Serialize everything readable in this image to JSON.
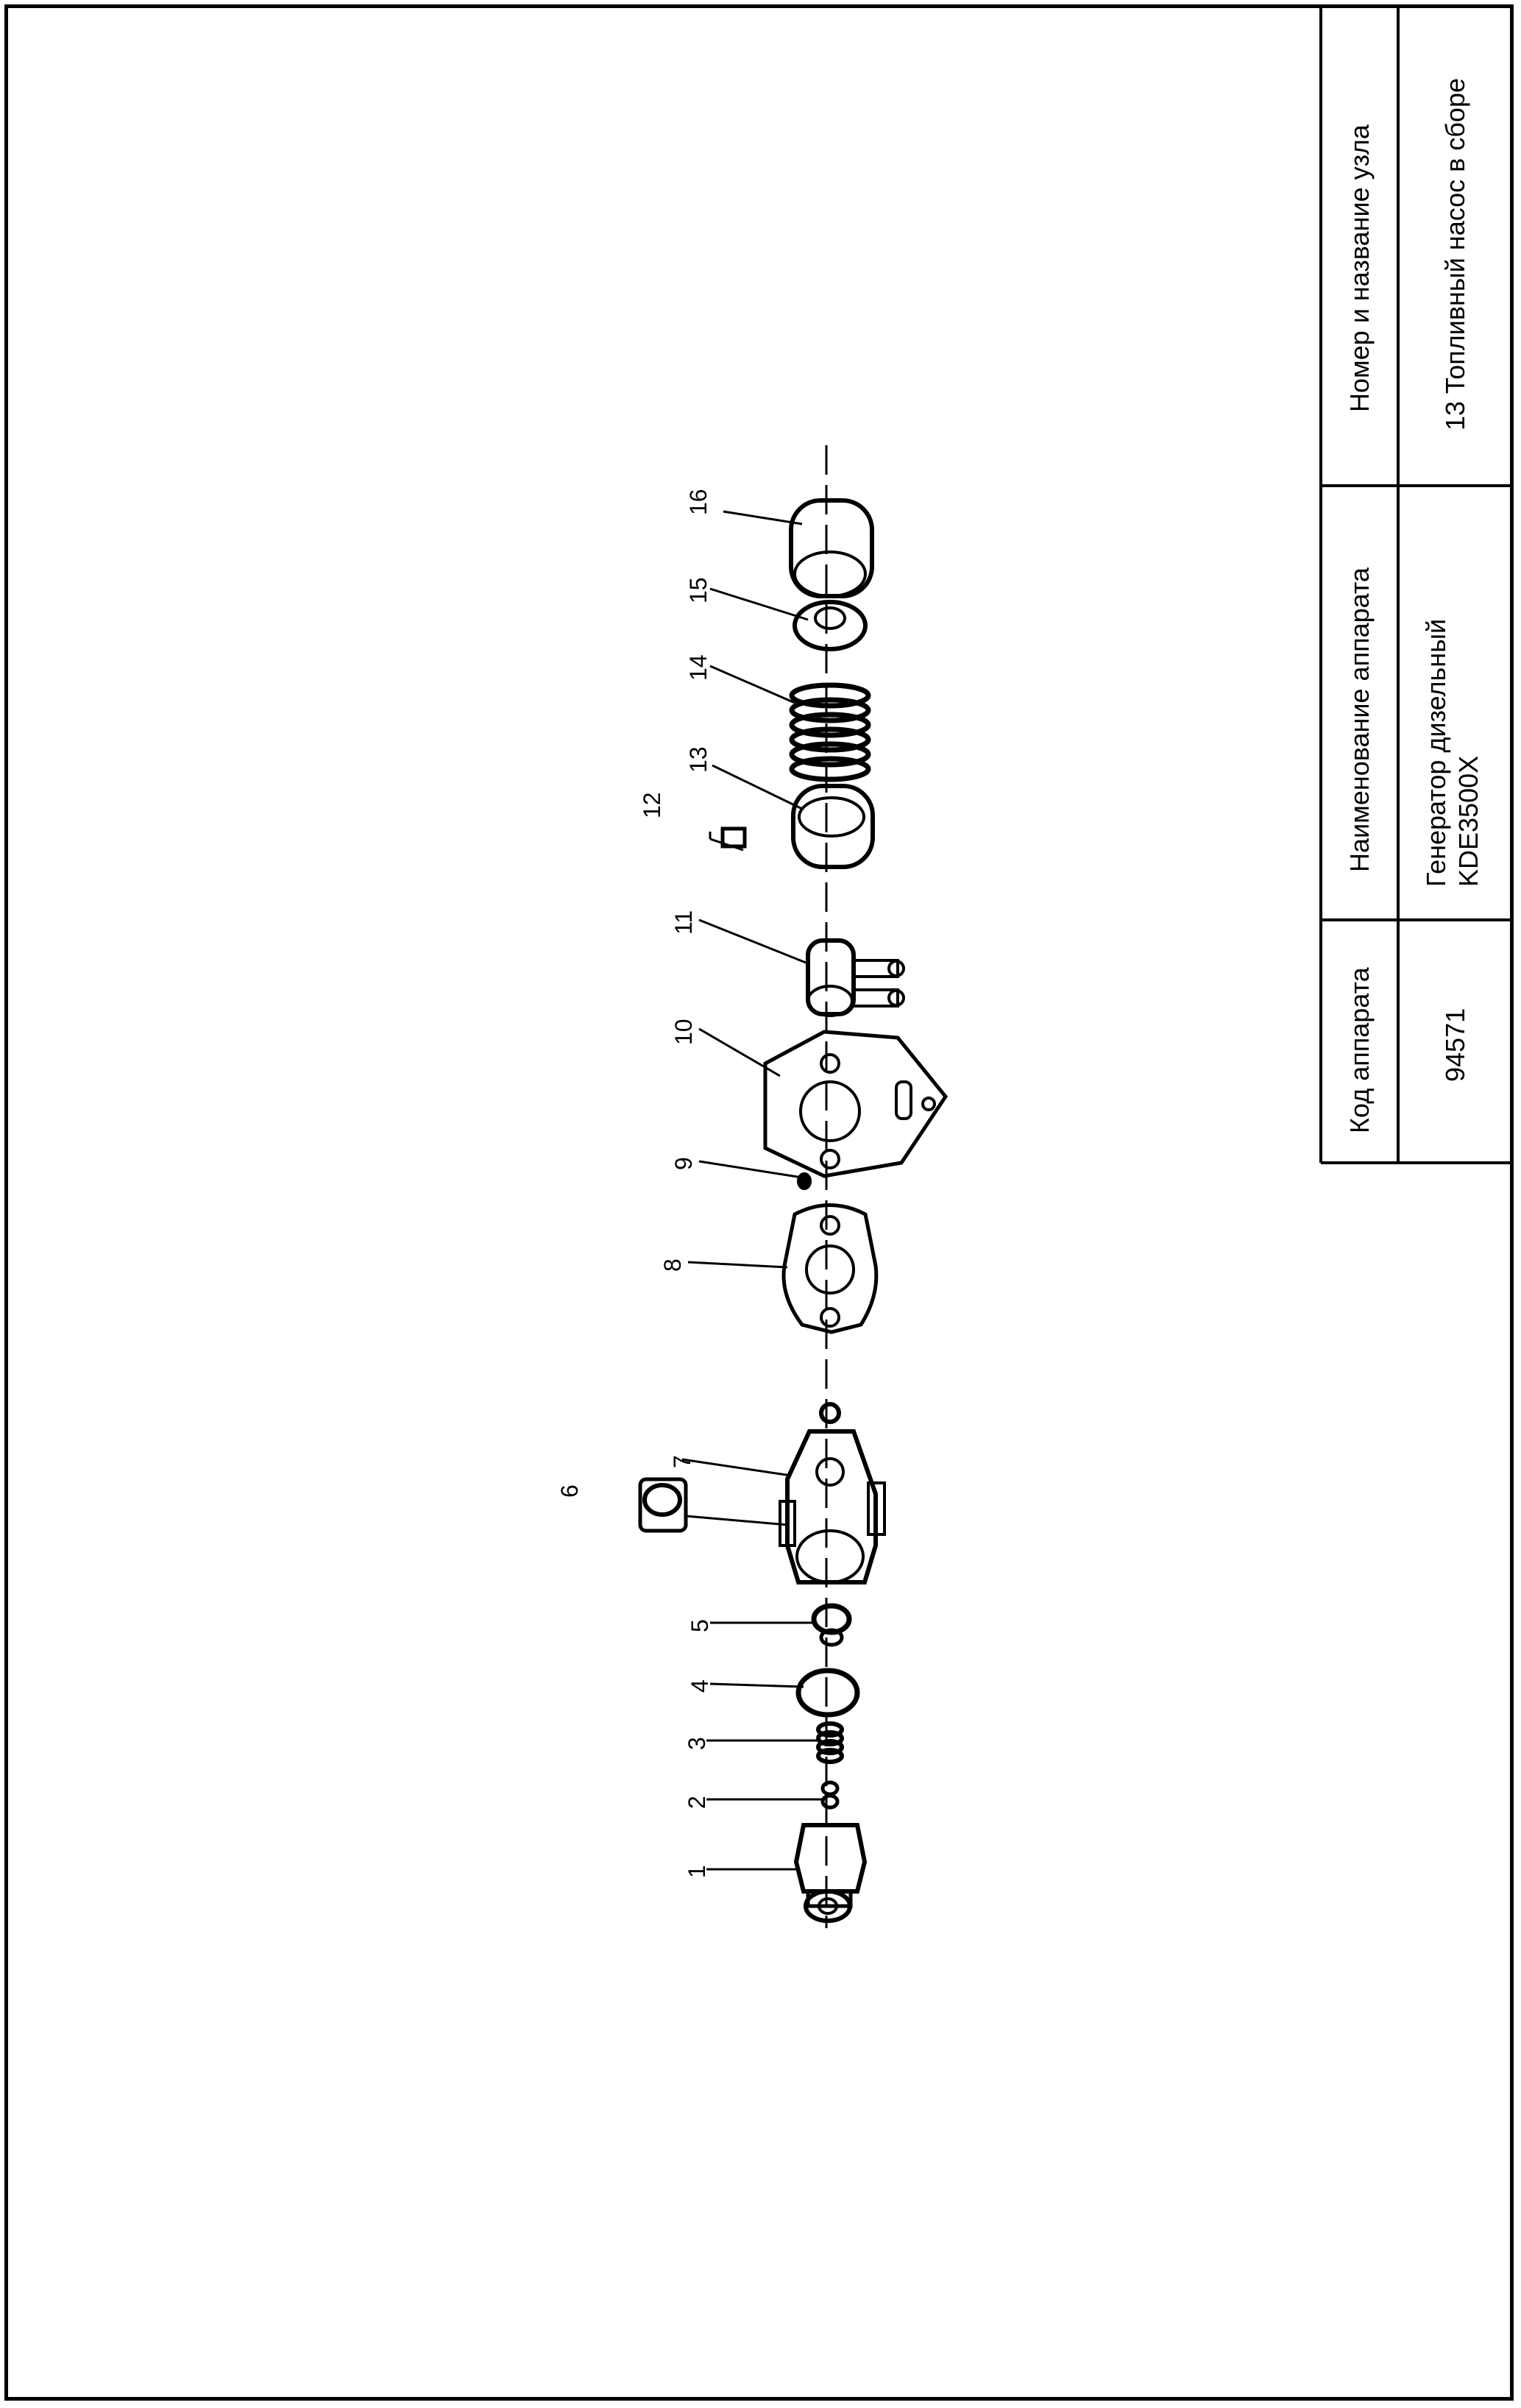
{
  "title_block": {
    "header_code": "Код аппарата",
    "header_name": "Наименование аппарата",
    "header_unit": "Номер и название узла",
    "code": "94571",
    "name_line1": "Генератор дизельный",
    "name_line2": "KDE3500X",
    "unit": "13 Топливный насос в сборе"
  },
  "callouts": [
    "1",
    "2",
    "3",
    "4",
    "5",
    "6",
    "7",
    "8",
    "9",
    "10",
    "11",
    "12",
    "13",
    "14",
    "15",
    "16"
  ]
}
